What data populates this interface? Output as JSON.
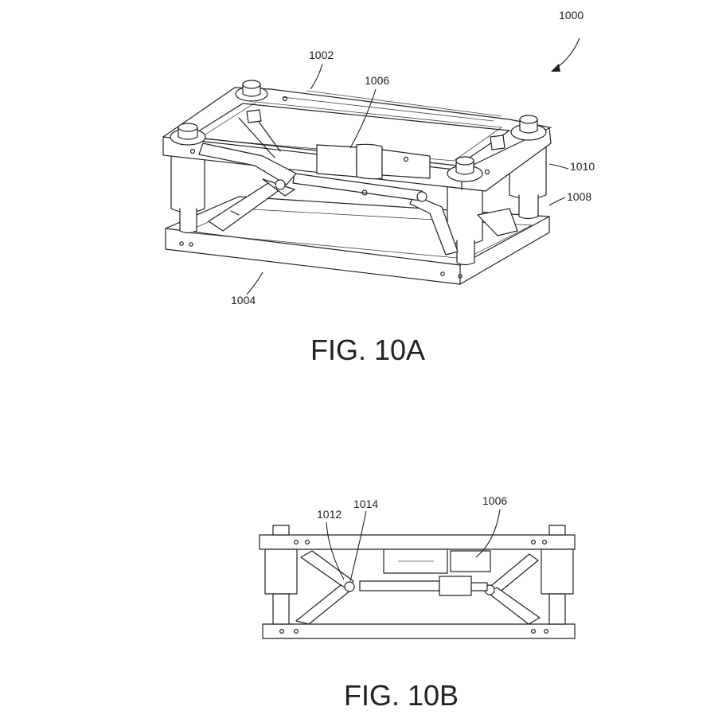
{
  "figures": {
    "a": {
      "caption": "FIG. 10A",
      "refs": {
        "assembly": "1000",
        "top_frame": "1002",
        "bottom_frame": "1004",
        "actuator": "1006",
        "linkage": "1008",
        "post": "1010"
      }
    },
    "b": {
      "caption": "FIG. 10B",
      "refs": {
        "link_arm": "1012",
        "pivot": "1014",
        "actuator": "1006"
      }
    }
  }
}
